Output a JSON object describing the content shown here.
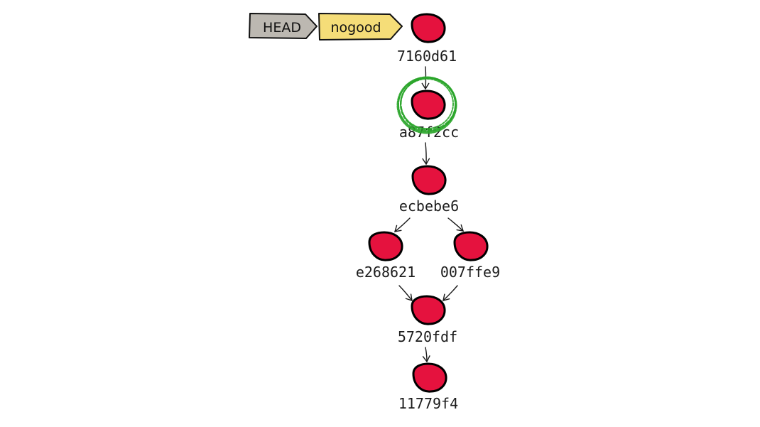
{
  "refs": {
    "head": "HEAD",
    "branch": "nogood"
  },
  "commits": [
    {
      "id": "7160d61"
    },
    {
      "id": "a87f2cc",
      "highlighted": true
    },
    {
      "id": "ecbebe6"
    },
    {
      "id": "e268621"
    },
    {
      "id": "007ffe9"
    },
    {
      "id": "5720fdf"
    },
    {
      "id": "11779f4"
    }
  ],
  "edges": [
    {
      "from": "7160d61",
      "to": "a87f2cc"
    },
    {
      "from": "a87f2cc",
      "to": "ecbebe6"
    },
    {
      "from": "ecbebe6",
      "to": "e268621"
    },
    {
      "from": "ecbebe6",
      "to": "007ffe9"
    },
    {
      "from": "e268621",
      "to": "5720fdf"
    },
    {
      "from": "007ffe9",
      "to": "5720fdf"
    },
    {
      "from": "5720fdf",
      "to": "11779f4"
    }
  ],
  "colors": {
    "commit_fill": "#e5123e",
    "highlight_ring": "#2aa52a",
    "head_fill": "#bcb8b1",
    "branch_fill": "#f5dd78"
  }
}
